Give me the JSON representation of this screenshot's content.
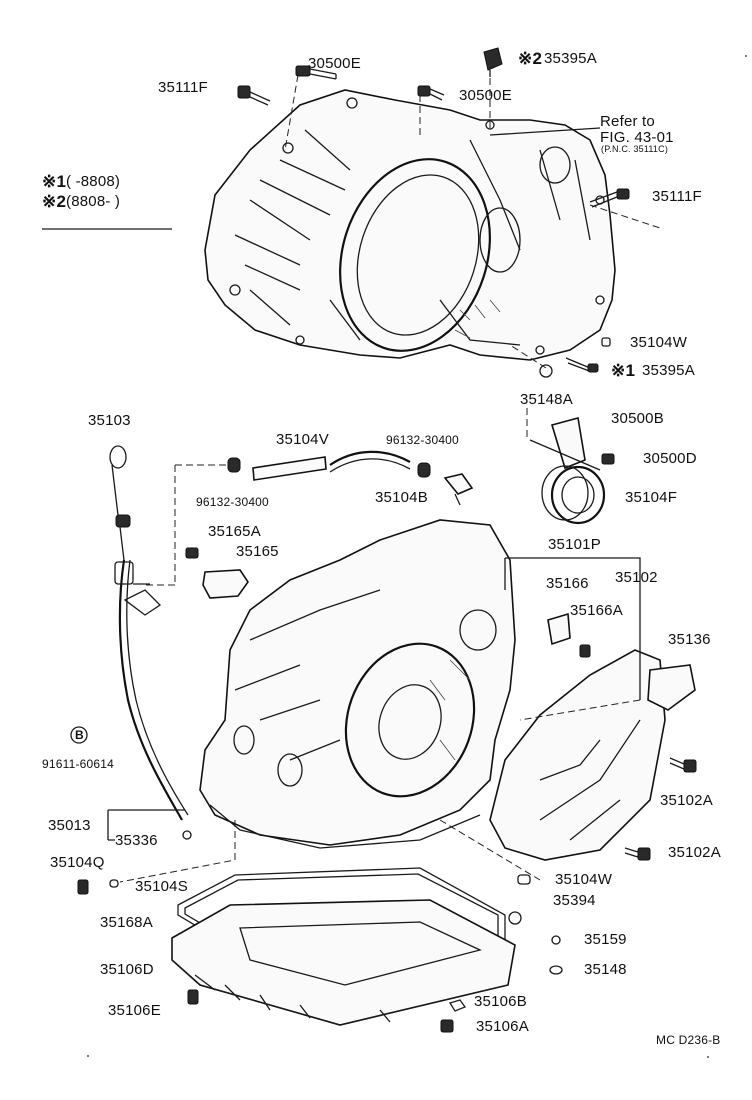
{
  "legend": {
    "row1_mark": "※1",
    "row1_text": "(       -8808)",
    "row2_mark": "※2",
    "row2_text": "(8808-          )"
  },
  "refer": {
    "line1": "Refer to",
    "line2": "FIG. 43-01",
    "line3": "(P.N.C. 35111C)"
  },
  "labels": {
    "p30500E_a": "30500E",
    "p35395A_b_mark": "※2",
    "p35395A_b": "35395A",
    "p35111F_a": "35111F",
    "p30500E_b": "30500E",
    "p35111F_b": "35111F",
    "p35104W_a": "35104W",
    "p35395A_a_mark": "※1",
    "p35395A_a": "35395A",
    "p35148A": "35148A",
    "p35103": "35103",
    "p35104V": "35104V",
    "p96132_a": "96132-30400",
    "p96132_b": "96132-30400",
    "p30500B": "30500B",
    "p30500D": "30500D",
    "p35104B": "35104B",
    "p35104F": "35104F",
    "p35165A": "35165A",
    "p35165": "35165",
    "p35101P": "35101P",
    "p35166": "35166",
    "p35102": "35102",
    "p35166A": "35166A",
    "p35136": "35136",
    "p_B": "B",
    "p91611": "91611-60614",
    "p35102A_a": "35102A",
    "p35013": "35013",
    "p35336": "35336",
    "p35102A_b": "35102A",
    "p35104Q": "35104Q",
    "p35104S": "35104S",
    "p35104W_b": "35104W",
    "p35394": "35394",
    "p35168A": "35168A",
    "p35159": "35159",
    "p35106D": "35106D",
    "p35148": "35148",
    "p35106E": "35106E",
    "p35106B": "35106B",
    "p35106A": "35106A",
    "footer_code": "MC  D236-B"
  }
}
